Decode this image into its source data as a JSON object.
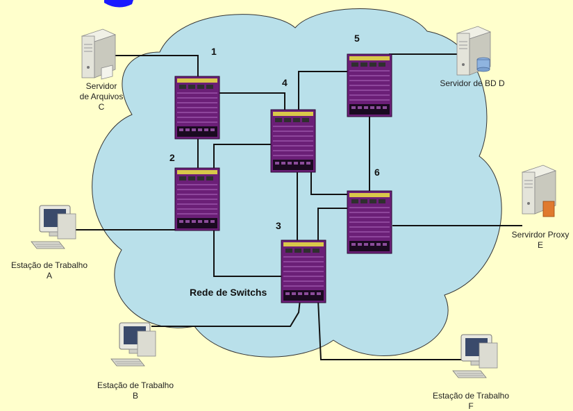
{
  "colors": {
    "background": "#ffffcc",
    "cloud_fill": "#b9e0ea",
    "switch_body": "#6b1f77",
    "title_fragment": "#1a1aff"
  },
  "cloud_label": "Rede de Switchs",
  "switches": [
    {
      "id": "sw1",
      "label": "1"
    },
    {
      "id": "sw2",
      "label": "2"
    },
    {
      "id": "sw3",
      "label": "3"
    },
    {
      "id": "sw4",
      "label": "4"
    },
    {
      "id": "sw5",
      "label": "5"
    },
    {
      "id": "sw6",
      "label": "6"
    }
  ],
  "nodes": [
    {
      "id": "servidor-arquivos",
      "icon": "file-server-icon",
      "lines": [
        "Servidor",
        "de Arquivos",
        "C"
      ]
    },
    {
      "id": "servidor-bd",
      "icon": "database-server-icon",
      "lines": [
        "Servidor de BD D"
      ]
    },
    {
      "id": "servidor-proxy",
      "icon": "proxy-server-icon",
      "lines": [
        "Servirdor Proxy",
        "E"
      ]
    },
    {
      "id": "estacao-a",
      "icon": "workstation-icon",
      "lines": [
        "Estação de Trabalho",
        "A"
      ]
    },
    {
      "id": "estacao-b",
      "icon": "workstation-icon",
      "lines": [
        "Estação de Trabalho",
        "B"
      ]
    },
    {
      "id": "estacao-f",
      "icon": "workstation-icon",
      "lines": [
        "Estação de Trabalho",
        "F"
      ]
    }
  ]
}
